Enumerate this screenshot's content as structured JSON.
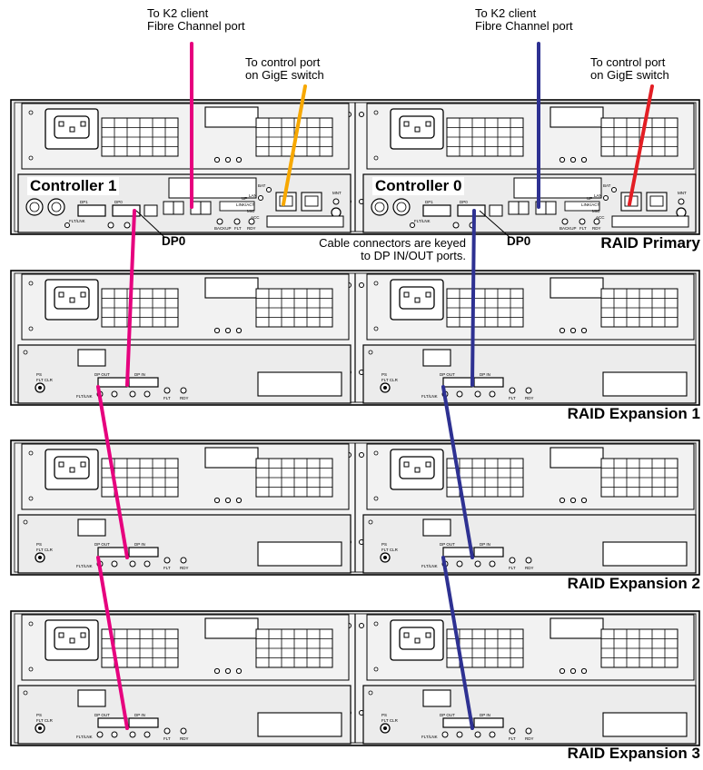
{
  "labels": {
    "k2_client_left": [
      "To K2 client",
      "Fibre Channel port"
    ],
    "k2_client_right": [
      "To K2 client",
      "Fibre Channel port"
    ],
    "gige_left": [
      "To control port",
      "on GigE switch"
    ],
    "gige_right": [
      "To control port",
      "on GigE switch"
    ],
    "controller_left": "Controller 1",
    "controller_right": "Controller 0",
    "dp0_left": "DP0",
    "dp0_right": "DP0",
    "keyed_note": [
      "Cable connectors are keyed",
      "to DP IN/OUT ports."
    ]
  },
  "chassis": [
    {
      "name": "RAID Primary"
    },
    {
      "name": "RAID Expansion 1"
    },
    {
      "name": "RAID Expansion 2"
    },
    {
      "name": "RAID Expansion 3"
    }
  ],
  "port_labels": {
    "dp1": "DP1",
    "dp0": "DP0",
    "bat": "BAT",
    "lan": "LAN",
    "link_act": "LINK/ACT",
    "mic": "MIC",
    "acc": "ACC",
    "mnt": "MNT",
    "flt_link": "FLT/LNK",
    "backup": "BACKUP",
    "flt": "FLT",
    "rdy": "RDY",
    "up": "UP",
    "ps": "PS",
    "flt_clr": "FLT CLR",
    "dp_out": "DP OUT",
    "dp_in": "DP IN"
  },
  "cable_colors": {
    "controller1_fc": "#e6007e",
    "controller0_fc": "#2e3192",
    "gige_left": "#f7a800",
    "gige_right": "#e31e24"
  }
}
